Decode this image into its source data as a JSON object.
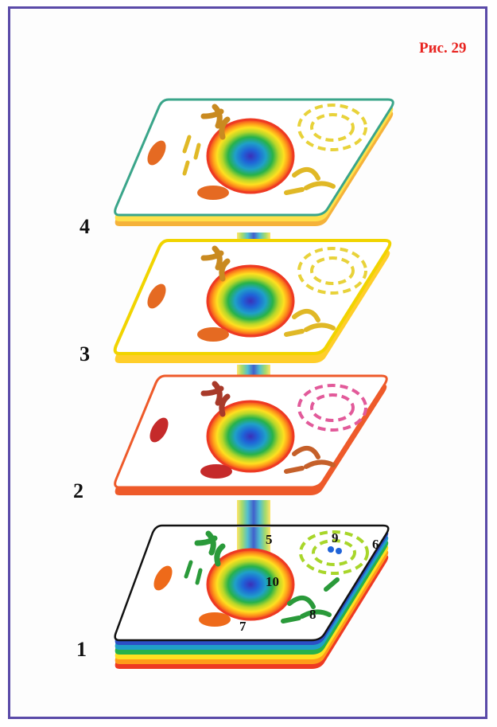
{
  "figure": {
    "label": "Рис. 29"
  },
  "levels": [
    "1",
    "2",
    "3",
    "4"
  ],
  "callouts": [
    "5",
    "6",
    "7",
    "8",
    "9",
    "10"
  ],
  "colors": {
    "frame": "#5a4aa8",
    "figure_label": "#e8231f",
    "layer1_outline": "#111111",
    "layer2_outline": "#ee5a2a",
    "layer3_outline": "#f1d400",
    "layer4_outline": "#3aa58a"
  }
}
